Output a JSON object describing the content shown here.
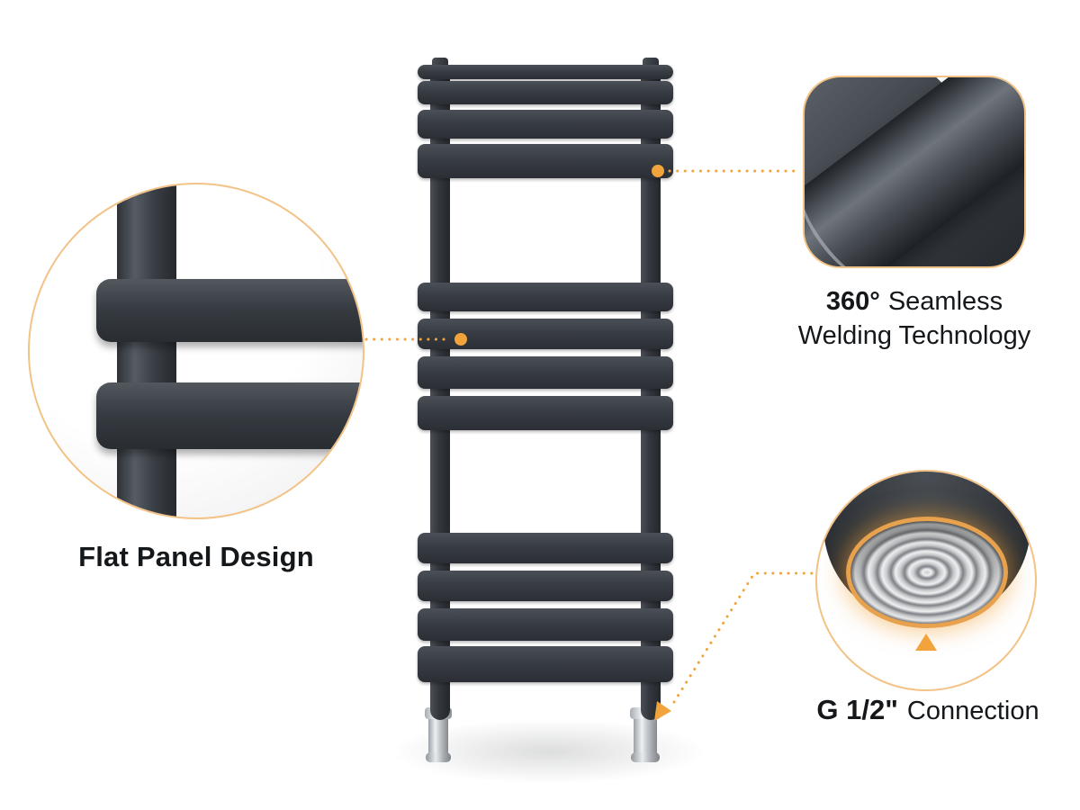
{
  "colors": {
    "accent": "#F2A33C",
    "callout_border": "#F3C286",
    "radiator": "#363B41",
    "text_primary": "#15181B"
  },
  "callouts": {
    "flat_panel": {
      "label": "Flat Panel Design"
    },
    "welding": {
      "line1_bold": "360°",
      "line1_rest": "Seamless",
      "line2": "Welding Technology"
    },
    "connection": {
      "bold": "G 1/2\"",
      "rest": "Connection"
    }
  }
}
